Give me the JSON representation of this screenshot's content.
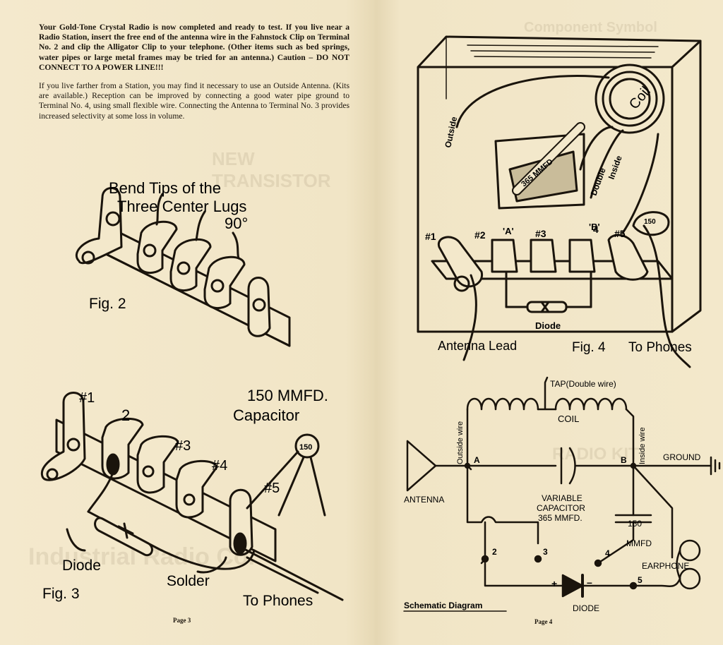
{
  "left_page": {
    "intro_p1": "Your Gold-Tone Crystal Radio is now completed and ready to test. If you live near a Radio Station, insert the free end of the antenna wire in the Fahnstock Clip on Terminal No. 2 and clip the Alligator Clip to your telephone. (Other items such as bed springs, water pipes or large metal frames may be tried for an antenna.) Caution – DO NOT CONNECT TO A POWER LINE!!!",
    "intro_p2": "If you live farther from a Station, you may find it necessary to use an Outside Antenna. (Kits are available.) Reception can be improved by connecting a good water pipe ground to Terminal No. 4, using small flexible wire. Connecting the Antenna to Terminal No. 3 provides increased selectivity at some loss in volume.",
    "fig2": {
      "caption_line1": "Bend Tips of the",
      "caption_line2": "Three Center Lugs",
      "angle": "90°",
      "label": "Fig. 2"
    },
    "fig3": {
      "capacitor_line1": "150 MMFD.",
      "capacitor_line2": "Capacitor",
      "capacitor_value": "150",
      "terminals": [
        "#1",
        "2",
        "#3",
        "#4",
        "#5"
      ],
      "diode": "Diode",
      "solder": "Solder",
      "phones": "To Phones",
      "label": "Fig. 3"
    },
    "page_number": "Page 3"
  },
  "right_page": {
    "fig4": {
      "coil": "Coil",
      "outside": "Outside",
      "double": "Double",
      "inside": "Inside",
      "capacitor": "365 MMFD",
      "point_a": "'A'",
      "point_b": "'B'",
      "terminals": [
        "#1",
        "#2",
        "#3",
        "4",
        "#5"
      ],
      "cap150": "150",
      "diode": "Diode",
      "antenna_lead": "Antenna Lead",
      "label": "Fig. 4",
      "to_phones": "To Phones"
    },
    "schematic": {
      "tap": "TAP(Double wire)",
      "coil": "COIL",
      "outside_wire": "Outside wire",
      "inside_wire": "Inside wire",
      "node_a": "A",
      "node_b": "B",
      "ground": "GROUND",
      "antenna": "ANTENNA",
      "variable_cap_line1": "VARIABLE",
      "variable_cap_line2": "CAPACITOR",
      "variable_cap_line3": "365 MMFD.",
      "cap150_line1": "150",
      "cap150_line2": "MMFD",
      "earphone": "EARPHONE",
      "terminal_2": "2",
      "terminal_3": "3",
      "terminal_4": "4",
      "terminal_5": "5",
      "plus": "+",
      "minus": "–",
      "diode": "DIODE",
      "title": "Schematic Diagram"
    },
    "page_number": "Page 4"
  }
}
